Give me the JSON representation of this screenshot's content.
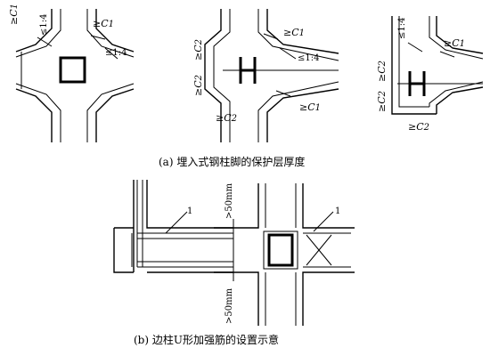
{
  "captions": {
    "a": "(a) 埋入式钢柱脚的保护层厚度",
    "b": "(b) 边柱U形加强筋的设置示意"
  },
  "labels": {
    "ge_c1": "≥C",
    "ge_c2": "≥C",
    "sub1": "1",
    "sub2": "2",
    "slope": "≤1:4",
    "gt50": ">50mm",
    "leader1": "1"
  }
}
